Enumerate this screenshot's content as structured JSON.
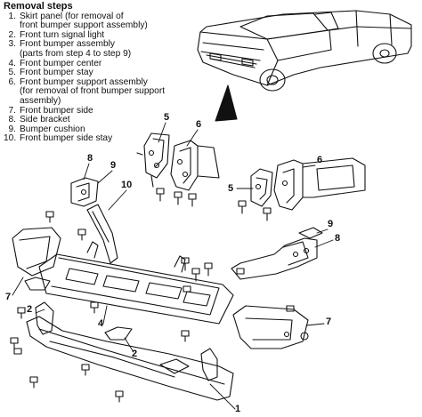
{
  "title": "Removal steps",
  "steps": [
    {
      "num": "1.",
      "text": "Skirt panel (for removal of\nfront bumper support assembly)"
    },
    {
      "num": "2.",
      "text": "Front turn signal light"
    },
    {
      "num": "3.",
      "text": "Front bumper assembly\n(parts from step 4 to step 9)"
    },
    {
      "num": "4.",
      "text": "Front bumper center"
    },
    {
      "num": "5.",
      "text": "Front bumper stay"
    },
    {
      "num": "6.",
      "text": "Front bumper support assembly\n(for removal of front bumper support\nassembly)"
    },
    {
      "num": "7.",
      "text": "Front bumper side"
    },
    {
      "num": "8.",
      "text": "Side bracket"
    },
    {
      "num": "9.",
      "text": "Bumper cushion"
    },
    {
      "num": "10.",
      "text": "Front bumper side stay"
    }
  ],
  "callouts": {
    "c5a": "5",
    "c6a": "6",
    "c8a": "8",
    "c9a": "9",
    "c10": "10",
    "c6b": "6",
    "c5b": "5",
    "c9b": "9",
    "c8b": "8",
    "c7a": "7",
    "c2a": "2",
    "c4": "4",
    "c2b": "2",
    "c7b": "7",
    "c1": "1"
  }
}
